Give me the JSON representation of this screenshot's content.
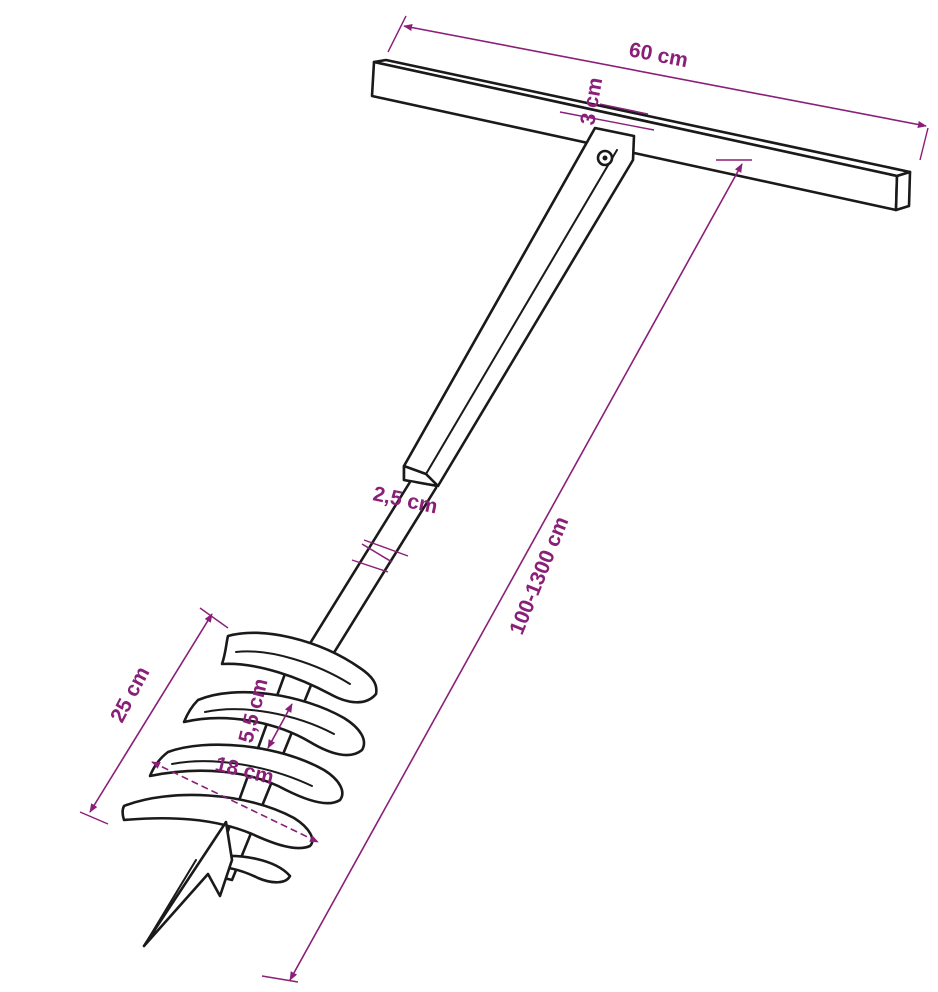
{
  "colors": {
    "ink": "#1a1a1a",
    "dimension": "#8a1f78",
    "background": "#ffffff"
  },
  "labels": {
    "handle_width": "60 cm",
    "handle_thickness": "3 cm",
    "shaft_diameter": "2,5 cm",
    "total_length": "100-1300 cm",
    "auger_length": "25 cm",
    "flight_pitch": "5,5 cm",
    "auger_diameter": "18 cm"
  }
}
